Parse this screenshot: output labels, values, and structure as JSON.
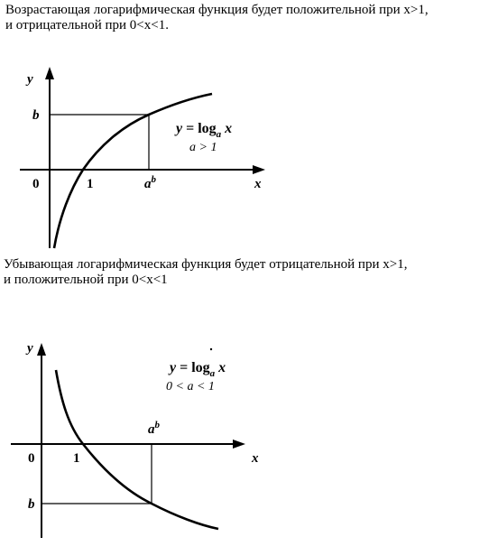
{
  "text1": {
    "line1": "Возрастающая логарифмическая функция будет положительной при x>1,",
    "line2": "и отрицательной при 0<x<1."
  },
  "text2": {
    "line1": "Убывающая логарифмическая функция будет отрицательной при x>1,",
    "line2": "и положительной при 0<x<1"
  },
  "figure1": {
    "y_axis_label": "y",
    "x_axis_label": "x",
    "origin_label": "0",
    "one_label": "1",
    "b_label": "b",
    "ab_base": "a",
    "ab_exp": "b",
    "eq_y": "y",
    "eq_log": " = log",
    "eq_sub": "a",
    "eq_x": " x",
    "condition": "a > 1"
  },
  "figure2": {
    "y_axis_label": "y",
    "x_axis_label": "x",
    "origin_label": "0",
    "one_label": "1",
    "b_label": "b",
    "ab_base": "a",
    "ab_exp": "b",
    "eq_y": "y",
    "eq_log": " = log",
    "eq_sub": "a",
    "eq_x": " x",
    "condition": "0 < a < 1"
  }
}
